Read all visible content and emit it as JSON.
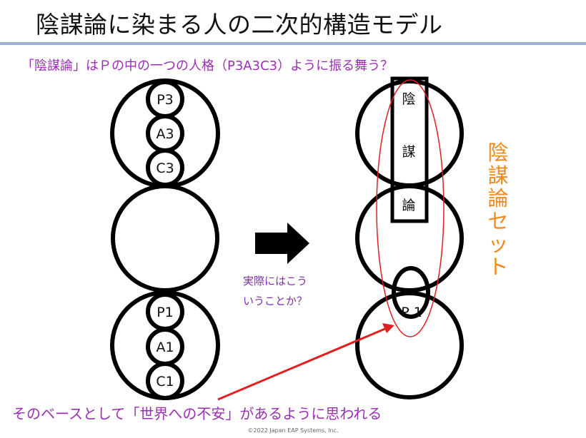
{
  "slide": {
    "title": "陰謀論に染まる人の二次的構造モデル",
    "subtitle": "「陰謀論」はＰの中の一つの人格（P3A3C3）ように振る舞う？",
    "mid_caption": [
      "実際にはこう",
      "いうことか？"
    ],
    "bottom_caption": "そのベースとして「世界への不安」があるように思われる",
    "footer": "©2022 Japan EAP Systems, Inc."
  },
  "left_model": {
    "top_chain": [
      "P3",
      "A3",
      "C3"
    ],
    "bottom_chain": [
      "P1",
      "A1",
      "C1"
    ]
  },
  "right_model": {
    "bar_chars": [
      "陰",
      "謀",
      "論"
    ],
    "inner_label": "P 1",
    "set_label": "陰謀論セット"
  },
  "colors": {
    "title_rule": "#9bb3d6",
    "purple_text": "#9b2fb4",
    "orange_label": "#f08a1c",
    "red_lines": "#e02020"
  }
}
